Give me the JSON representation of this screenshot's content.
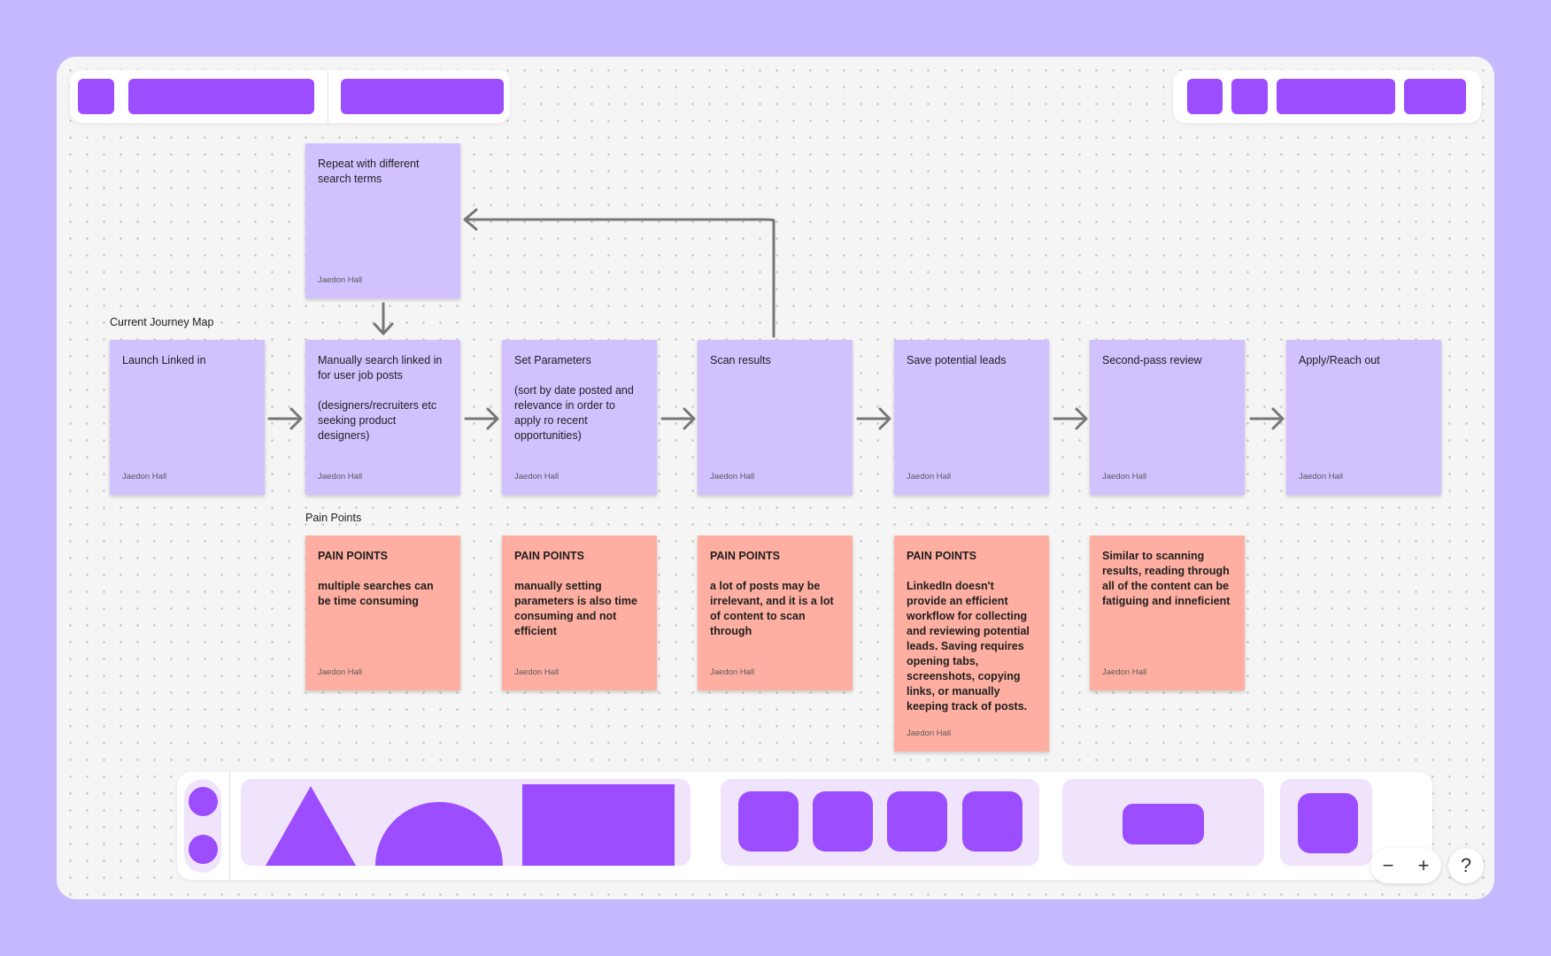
{
  "colors": {
    "background": "#c6b9ff",
    "accent": "#9b4dff",
    "sticky_purple": "#d2c1ff",
    "sticky_salmon": "#ffafa1",
    "tray": "#f0e4fd"
  },
  "board": {
    "labels": {
      "journey": "Current Journey Map",
      "pain": "Pain Points"
    },
    "loop_note": {
      "text": "Repeat with different search terms",
      "author": "Jaedon Hall"
    },
    "journey_notes": [
      {
        "text": "Launch Linked in",
        "author": "Jaedon Hall"
      },
      {
        "text": "Manually search linked in for user job posts\n\n(designers/recruiters etc seeking product designers)",
        "author": "Jaedon Hall"
      },
      {
        "text": "Set Parameters\n\n(sort by date posted and relevance in order to apply ro recent opportunities)",
        "author": "Jaedon Hall"
      },
      {
        "text": "Scan results",
        "author": "Jaedon Hall"
      },
      {
        "text": "Save potential leads",
        "author": "Jaedon Hall"
      },
      {
        "text": "Second-pass review",
        "author": "Jaedon Hall"
      },
      {
        "text": "Apply/Reach out",
        "author": "Jaedon Hall"
      }
    ],
    "pain_notes": [
      {
        "text": "PAIN POINTS\n\nmultiple searches can be time consuming",
        "author": "Jaedon Hall"
      },
      {
        "text": "PAIN POINTS\n\nmanually setting parameters is also time consuming and not efficient",
        "author": "Jaedon Hall"
      },
      {
        "text": "PAIN POINTS\n\na lot of posts may be irrelevant, and it is a lot of content to scan through",
        "author": "Jaedon Hall"
      },
      {
        "text": "PAIN POINTS\n\nLinkedIn doesn't provide an efficient workflow for collecting and reviewing potential leads. Saving requires opening tabs, screenshots, copying links, or manually keeping track of posts.",
        "author": "Jaedon Hall"
      },
      {
        "text": "Similar to scanning results, reading through all of the content can be fatiguing and inneficient",
        "author": "Jaedon Hall"
      }
    ]
  },
  "controls": {
    "zoom_out": "−",
    "zoom_in": "+",
    "help": "?"
  },
  "icons": {
    "zoom_out": "minus-icon",
    "zoom_in": "plus-icon",
    "help": "question-mark-icon"
  }
}
